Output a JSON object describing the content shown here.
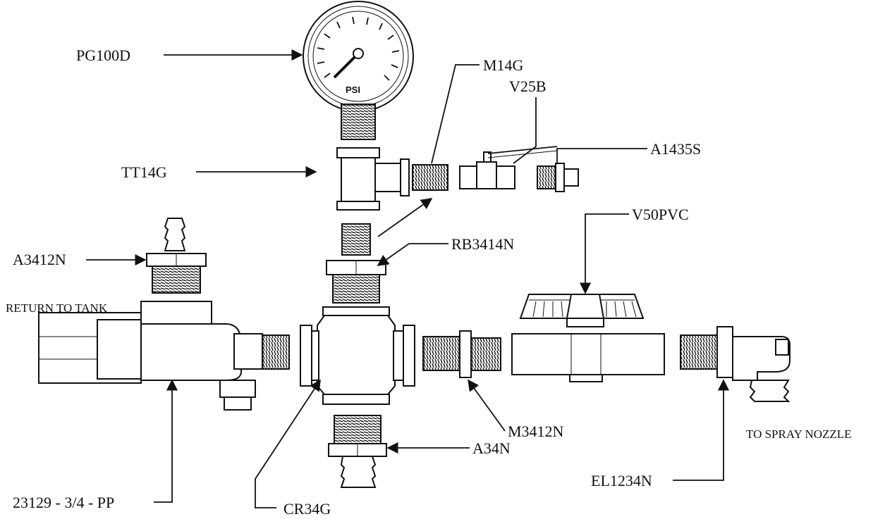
{
  "labels": {
    "pg100d": "PG100D",
    "m14g": "M14G",
    "v25b": "V25B",
    "a1435s": "A1435S",
    "tt14g": "TT14G",
    "v50pvc": "V50PVC",
    "a3412n": "A3412N",
    "rb3414n": "RB3414N",
    "return_to_tank": "RETURN TO TANK",
    "m3412n": "M3412N",
    "to_spray_nozzle": "TO SPRAY NOZZLE",
    "a34n": "A34N",
    "el1234n": "EL1234N",
    "p23129": "23129 - 3/4 - PP",
    "cr34g": "CR34G"
  },
  "gauge": {
    "unit": "PSI"
  },
  "colors": {
    "ink": "#111111",
    "background": "#ffffff"
  }
}
